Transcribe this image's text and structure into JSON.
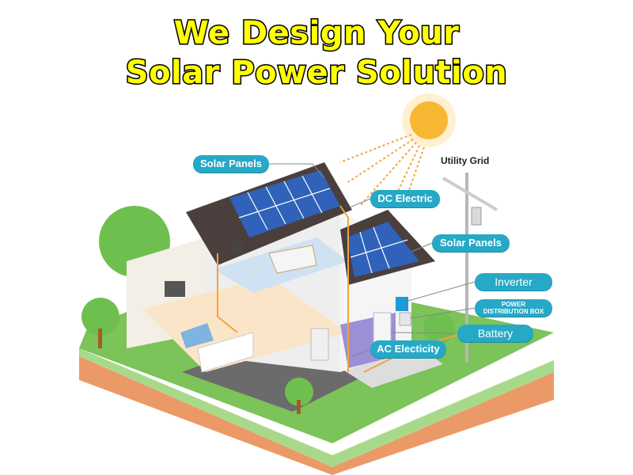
{
  "headline": {
    "line1": "We Design Your",
    "line2": "Solar Power Solution"
  },
  "labels": {
    "utility_grid": "Utility Grid",
    "solar_panels_main": "Solar Panels",
    "dc_electric": "DC Electric",
    "solar_panels_secondary": "Solar Panels",
    "inverter": "Inverter",
    "power_distribution_box_line1": "POWER",
    "power_distribution_box_line2": "DISTRIBUTION BOX",
    "battery": "Battery",
    "ac_electricity": "AC Electicity"
  },
  "colors": {
    "headline_fill": "#ffff00",
    "headline_stroke": "#000000",
    "callout_bg": "#26a9c6",
    "callout_text": "#ffffff",
    "roof": "#4a3f3c",
    "solar_panel": "#2f62b8",
    "grass": "#7cc35a",
    "soil": "#eb9a67",
    "wire": "#f2a33a",
    "sun": "#f7b733",
    "battery_floor": "#9c8fd6"
  }
}
